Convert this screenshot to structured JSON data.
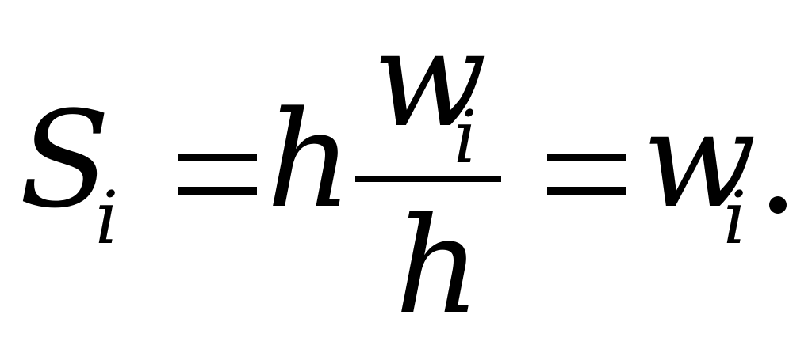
{
  "formula": {
    "lhs": {
      "symbol": "S",
      "subscript": "i"
    },
    "equals_1": "=",
    "coefficient": "h",
    "fraction": {
      "numerator": {
        "symbol": "w",
        "subscript": "i"
      },
      "denominator": "h"
    },
    "equals_2": "=",
    "rhs": {
      "symbol": "w",
      "subscript": "i"
    },
    "terminator": "."
  }
}
